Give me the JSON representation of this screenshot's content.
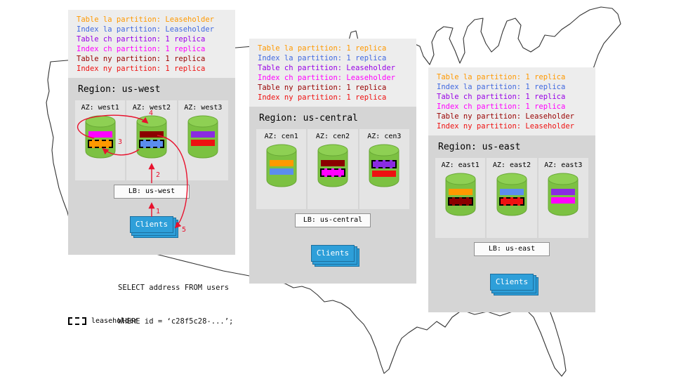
{
  "regions": [
    {
      "name": "us-west",
      "title": "Region: us-west",
      "legend": [
        {
          "text": "Table la partition: Leaseholder",
          "color": "#ff9900"
        },
        {
          "text": "Index la partition: Leaseholder",
          "color": "#4169e1"
        },
        {
          "text": "Table ch partition: 1 replica",
          "color": "#9900e6"
        },
        {
          "text": "Index ch partition: 1 replica",
          "color": "#ff00ff"
        },
        {
          "text": "Table ny partition: 1 replica",
          "color": "#990000"
        },
        {
          "text": "Index ny partition: 1 replica",
          "color": "#ee1111"
        }
      ],
      "azs": [
        {
          "label": "AZ: west1",
          "bars": [
            {
              "color": "#ff00ff",
              "leaseholder": false
            },
            {
              "color": "#ff9900",
              "leaseholder": true
            }
          ]
        },
        {
          "label": "AZ: west2",
          "bars": [
            {
              "color": "#8b0000",
              "leaseholder": false
            },
            {
              "color": "#5b8dee",
              "leaseholder": true
            }
          ]
        },
        {
          "label": "AZ: west3",
          "bars": [
            {
              "color": "#8a2be2",
              "leaseholder": false
            },
            {
              "color": "#ee1111",
              "leaseholder": false
            }
          ]
        }
      ],
      "lb_label": "LB: us-west",
      "clients_label": "Clients"
    },
    {
      "name": "us-central",
      "title": "Region: us-central",
      "legend": [
        {
          "text": "Table la partition: 1 replica",
          "color": "#ff9900"
        },
        {
          "text": "Index la partition: 1 replica",
          "color": "#4169e1"
        },
        {
          "text": "Table ch partition: Leaseholder",
          "color": "#9900e6"
        },
        {
          "text": "Index ch partition: Leaseholder",
          "color": "#ff00ff"
        },
        {
          "text": "Table ny partition: 1 replica",
          "color": "#990000"
        },
        {
          "text": "Index ny partition: 1 replica",
          "color": "#ee1111"
        }
      ],
      "azs": [
        {
          "label": "AZ: cen1",
          "bars": [
            {
              "color": "#ff9900",
              "leaseholder": false
            },
            {
              "color": "#5b8dee",
              "leaseholder": false
            }
          ]
        },
        {
          "label": "AZ: cen2",
          "bars": [
            {
              "color": "#8b0000",
              "leaseholder": false
            },
            {
              "color": "#ff00ff",
              "leaseholder": true
            }
          ]
        },
        {
          "label": "AZ: cen3",
          "bars": [
            {
              "color": "#8a2be2",
              "leaseholder": true
            },
            {
              "color": "#ee1111",
              "leaseholder": false
            }
          ]
        }
      ],
      "lb_label": "LB: us-central",
      "clients_label": "Clients"
    },
    {
      "name": "us-east",
      "title": "Region: us-east",
      "legend": [
        {
          "text": "Table la partition: 1 replica",
          "color": "#ff9900"
        },
        {
          "text": "Index la partition: 1 replica",
          "color": "#4169e1"
        },
        {
          "text": "Table ch partition: 1 replica",
          "color": "#9900e6"
        },
        {
          "text": "Index ch partition: 1 replica",
          "color": "#ff00ff"
        },
        {
          "text": "Table ny partition: Leaseholder",
          "color": "#990000"
        },
        {
          "text": "Index ny partition: Leaseholder",
          "color": "#ee1111"
        }
      ],
      "azs": [
        {
          "label": "AZ: east1",
          "bars": [
            {
              "color": "#ff9900",
              "leaseholder": false
            },
            {
              "color": "#8b0000",
              "leaseholder": true
            }
          ]
        },
        {
          "label": "AZ: east2",
          "bars": [
            {
              "color": "#5b8dee",
              "leaseholder": false
            },
            {
              "color": "#ee1111",
              "leaseholder": true
            }
          ]
        },
        {
          "label": "AZ: east3",
          "bars": [
            {
              "color": "#8a2be2",
              "leaseholder": false
            },
            {
              "color": "#ff00ff",
              "leaseholder": false
            }
          ]
        }
      ],
      "lb_label": "LB: us-east",
      "clients_label": "Clients"
    }
  ],
  "query": {
    "line1": "SELECT address FROM users",
    "line2": "WHERE id = ‘c28f5c28-...’;"
  },
  "arrow_labels": [
    "1",
    "2",
    "3",
    "4",
    "5"
  ],
  "leaseholder_key_label": "leaseholder",
  "colors": {
    "arrow": "#e8112d",
    "cylinder_body": "#7cc142",
    "cylinder_top": "#8ed053",
    "clients_blue": "#2e9fd9"
  }
}
